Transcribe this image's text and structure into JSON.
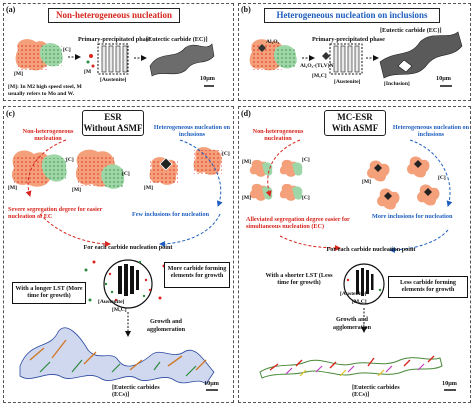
{
  "panel_a": {
    "tag": "(a)",
    "title": "Non-heterogeneous nucleation",
    "primary_phase": "Primary-precipitated phase",
    "eutectic": "[Eutectic carbide (EC)]",
    "m": "[M]",
    "c": "[C]",
    "mxc": "[M",
    "austenite": "[Austenite]",
    "note": "[M]: In M2 high speed steel, M usually refers to Mo and W.",
    "scale": "10μm"
  },
  "panel_b": {
    "tag": "(b)",
    "title": "Heterogeneous nucleation on inclusions",
    "primary_phase": "Primary-precipitated phase",
    "eutectic": "[Eutectic carbide (EC)]",
    "al2o3": "Al₂O₃",
    "al2o3_tiv": "Al₂O₃-(Ti,V)N",
    "mxc": "[MₓC]",
    "austenite": "[Austenite]",
    "inclusion": "[Inclusion]",
    "scale": "10μm"
  },
  "panel_c": {
    "tag": "(c)",
    "header_line1": "ESR",
    "header_line2": "Without ASMF",
    "non_het": "Non-heterogeneous nucleation",
    "het": "Heterogeneous nucleation on inclusions",
    "m": "[M]",
    "c": "[C]",
    "severe": "Severe segregation degree for easier nucleation of EC",
    "few": "Few inclusions for nucleation",
    "each": "For each carbide nucleation point",
    "longer_lst": "With a longer LST (More time for growth)",
    "more_forming": "More carbide forming elements for growth",
    "austenite": "[Austenite]",
    "mxc": "[MₓC]",
    "growth": "Growth and agglomeration",
    "eutectic": "[Eutectic carbides (ECs)]",
    "scale": "10μm"
  },
  "panel_d": {
    "tag": "(d)",
    "header_line1": "MC-ESR",
    "header_line2": "With ASMF",
    "non_het": "Non-heterogeneous nucleation",
    "het": "Heterogeneous nucleation on inclusions",
    "m": "[M]",
    "c": "[C]",
    "alleviated": "Alleviated segregation degree easier for simultaneous nucleation (EC)",
    "more_incl": "More inclusions for nucleation",
    "each": "For each carbide nucleation point",
    "shorter_lst": "With a shorter LST (Less time for growth)",
    "less_forming": "Less carbide forming elements for growth",
    "austenite": "[Austenite]",
    "mxc": "[MₓC]",
    "growth": "Growth and agglomeration",
    "eutectic": "[Eutectic carbides (ECs)]",
    "scale": "10μm"
  },
  "colors": {
    "red": "#d7261e",
    "blue": "#1f5fbf",
    "orange_blob": "#f4a07a",
    "green_blob": "#9fd6a8",
    "dot_red": "#e8453c",
    "dot_green": "#3a9a4a"
  }
}
